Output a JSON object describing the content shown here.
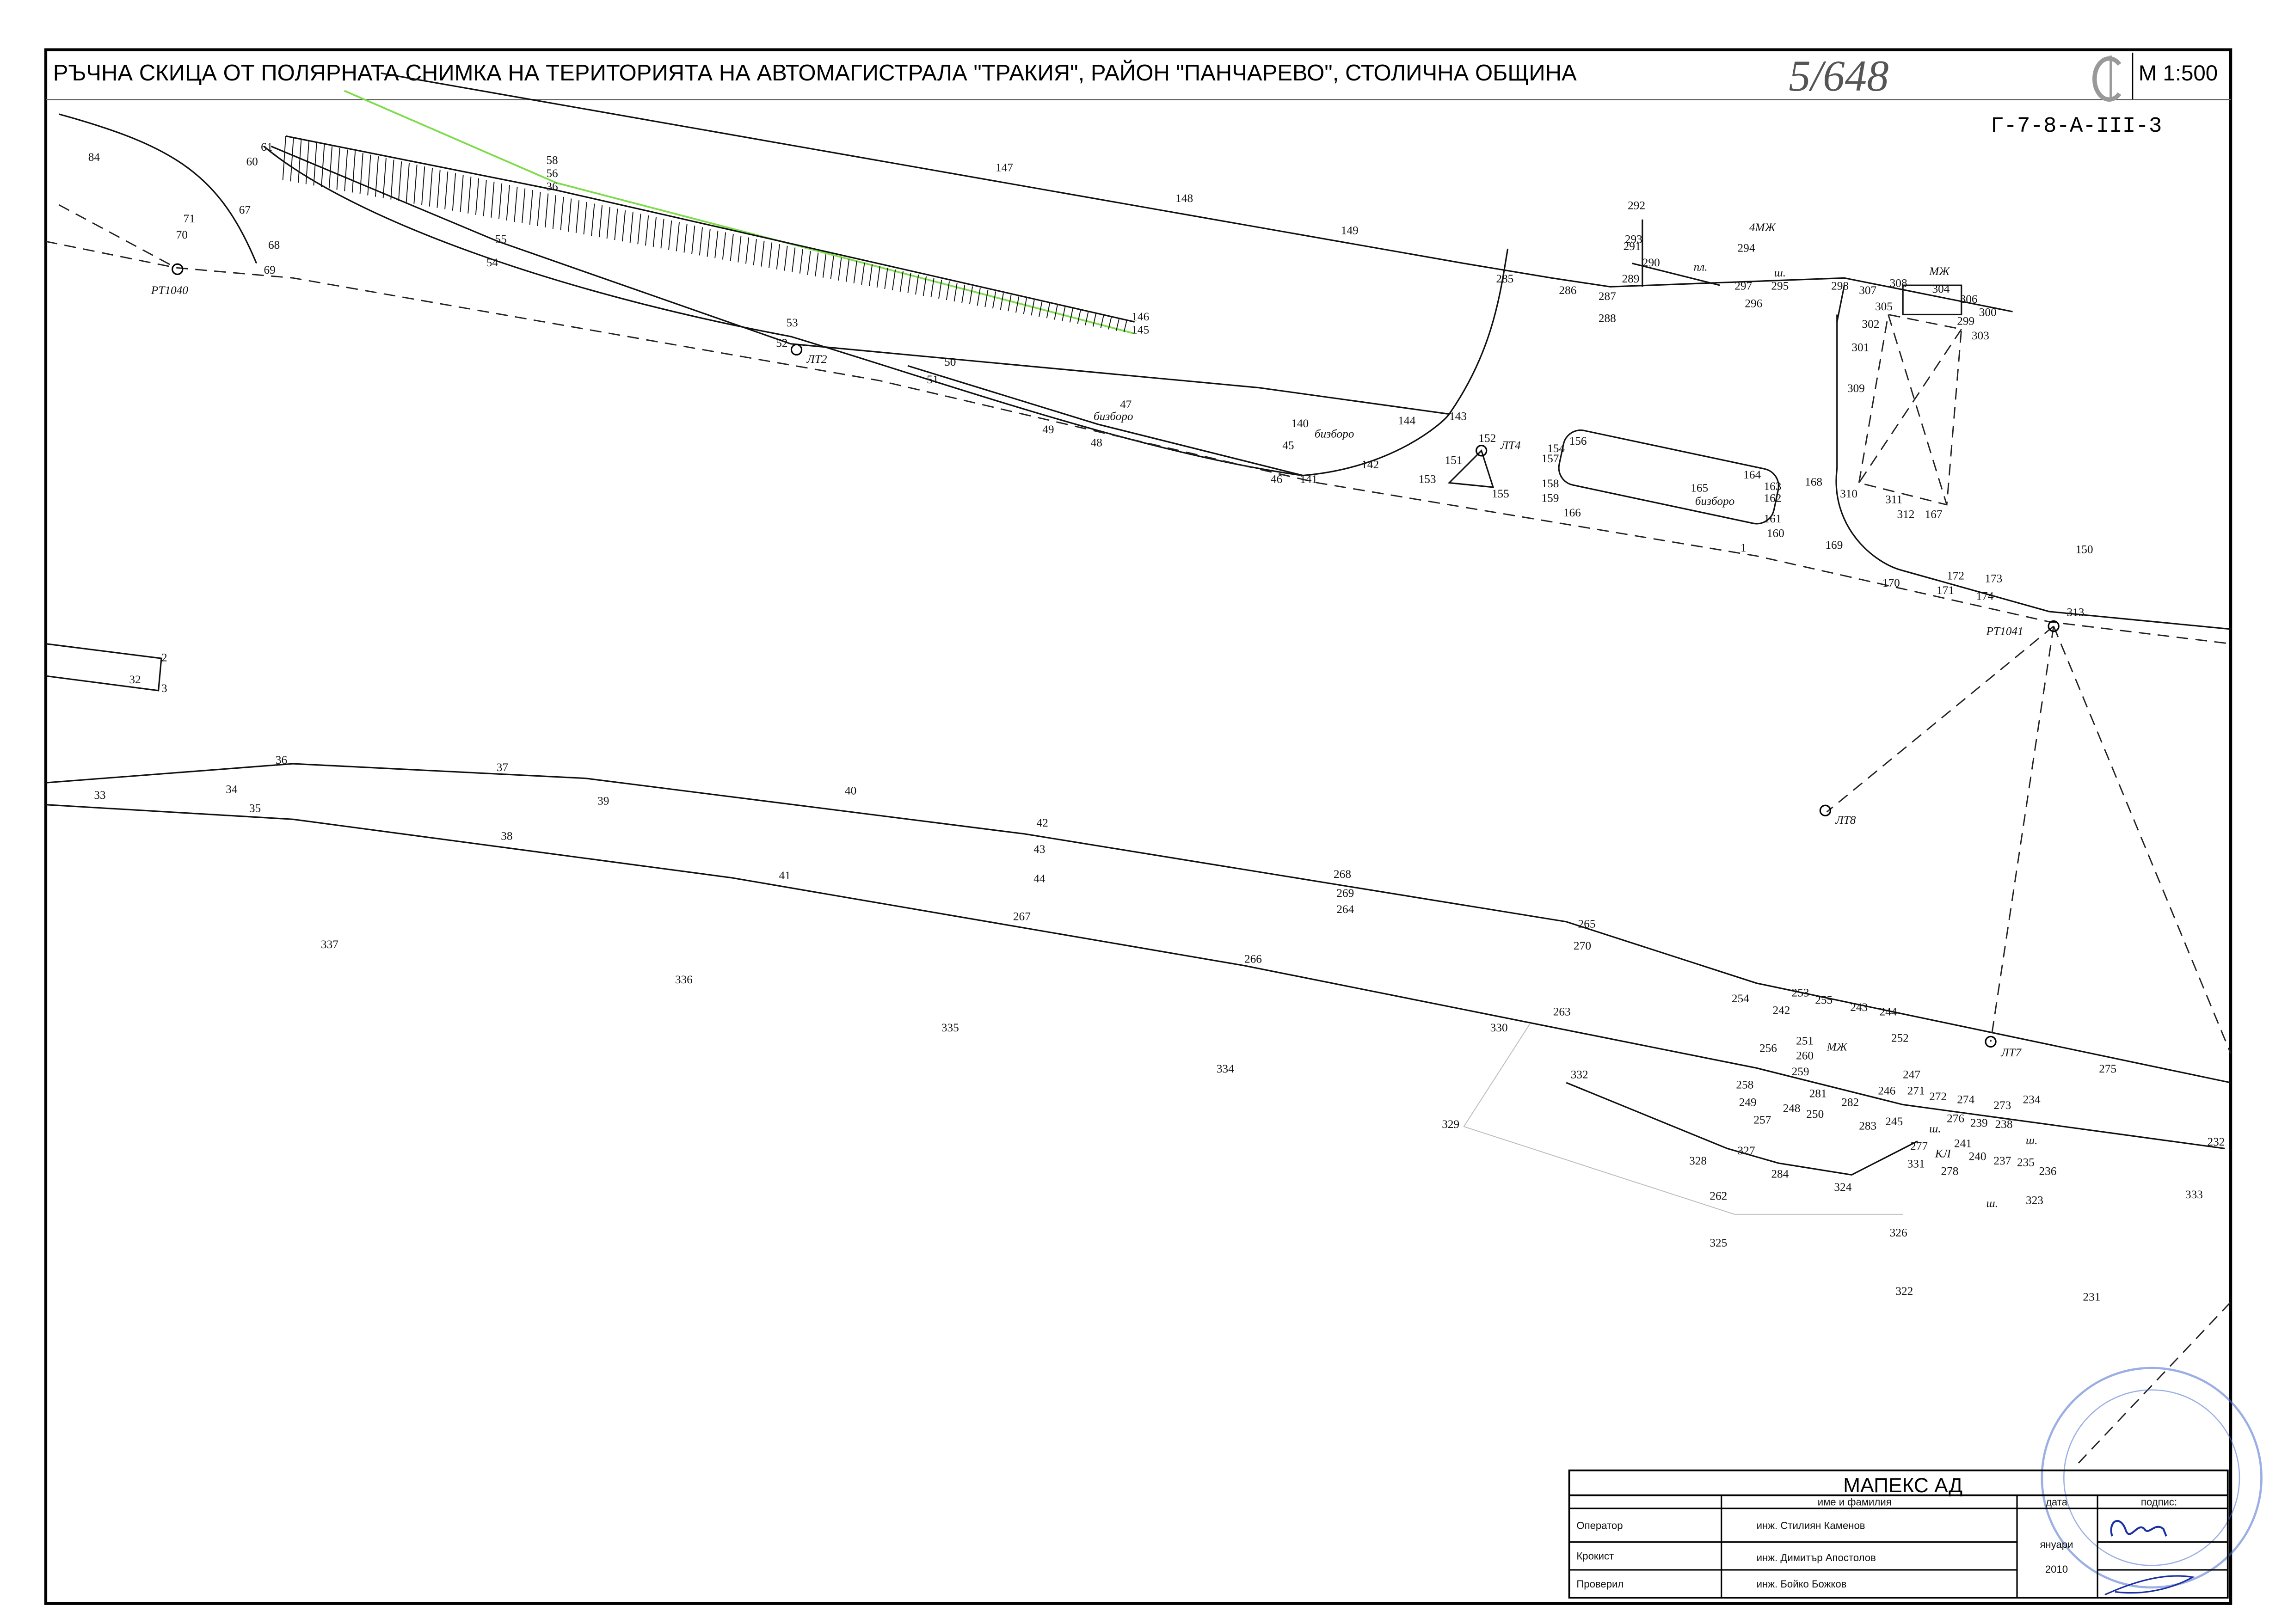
{
  "header": {
    "title": "РЪЧНА  СКИЦА ОТ ПОЛЯРНАТА СНИМКА НА ТЕРИТОРИЯТА НА АВТОМАГИСТРАЛА \"ТРАКИЯ\", РАЙОН \"ПАНЧАРЕВО\", СТОЛИЧНА ОБЩИНА",
    "handwritten_number": "5/648",
    "scale": "М 1:500",
    "sheet_code": "Г-7-8-А-III-3"
  },
  "map": {
    "stations": [
      "РТ1040",
      "РТ1041",
      "ЛТ2",
      "ЛТ4",
      "ЛТ7",
      "ЛТ8"
    ],
    "annotations": [
      "бизборо",
      "бизборо",
      "бизборо",
      "4МЖ",
      "МЖ",
      "МЖ",
      "пл.",
      "ш.",
      "ш.",
      "ш.",
      "ш.",
      "КЛ"
    ],
    "points": [
      "84",
      "61",
      "60",
      "67",
      "71",
      "70",
      "68",
      "69",
      "58",
      "56",
      "36",
      "55",
      "54",
      "53",
      "52",
      "50",
      "51",
      "49",
      "48",
      "47",
      "146",
      "145",
      "140",
      "45",
      "46",
      "141",
      "142",
      "144",
      "143",
      "147",
      "148",
      "149",
      "285",
      "286",
      "287",
      "288",
      "289",
      "290",
      "291",
      "292",
      "293",
      "294",
      "295",
      "296",
      "297",
      "298",
      "307",
      "308",
      "304",
      "306",
      "305",
      "299",
      "302",
      "303",
      "300",
      "301",
      "309",
      "310",
      "311",
      "312",
      "167",
      "168",
      "169",
      "170",
      "171",
      "172",
      "173",
      "174",
      "313",
      "150",
      "152",
      "153",
      "151",
      "155",
      "154",
      "156",
      "157",
      "158",
      "159",
      "166",
      "165",
      "164",
      "163",
      "162",
      "161",
      "160",
      "1",
      "2",
      "3",
      "32",
      "33",
      "34",
      "35",
      "36",
      "37",
      "38",
      "39",
      "40",
      "41",
      "42",
      "43",
      "44",
      "267",
      "268",
      "269",
      "264",
      "265",
      "270",
      "266",
      "263",
      "254",
      "253",
      "255",
      "242",
      "243",
      "244",
      "252",
      "251",
      "260",
      "256",
      "259",
      "258",
      "257",
      "249",
      "248",
      "250",
      "281",
      "282",
      "283",
      "245",
      "246",
      "247",
      "271",
      "272",
      "274",
      "273",
      "234",
      "275",
      "276",
      "277",
      "278",
      "241",
      "240",
      "239",
      "238",
      "237",
      "235",
      "236",
      "323",
      "331",
      "330",
      "332",
      "329",
      "328",
      "327",
      "262",
      "284",
      "324",
      "326",
      "325",
      "322",
      "231",
      "232",
      "333",
      "334",
      "335",
      "336",
      "337"
    ]
  },
  "title_block": {
    "company": "МАПЕКС   АД",
    "col_name": "име и фамилия",
    "col_date": "дата",
    "col_sign": "подпис:",
    "rows": [
      {
        "role": "Оператор",
        "name": "инж. Стилиян Каменов"
      },
      {
        "role": "Крокист",
        "name": "инж. Димитър Апостолов"
      },
      {
        "role": "Проверил",
        "name": "инж. Бойко Божков"
      }
    ],
    "month": "януари",
    "year": "2010"
  },
  "colors": {
    "green_line": "#7ddc4a",
    "stamp_blue": "#4a6fd0",
    "signature_blue": "#1a2fa0"
  }
}
